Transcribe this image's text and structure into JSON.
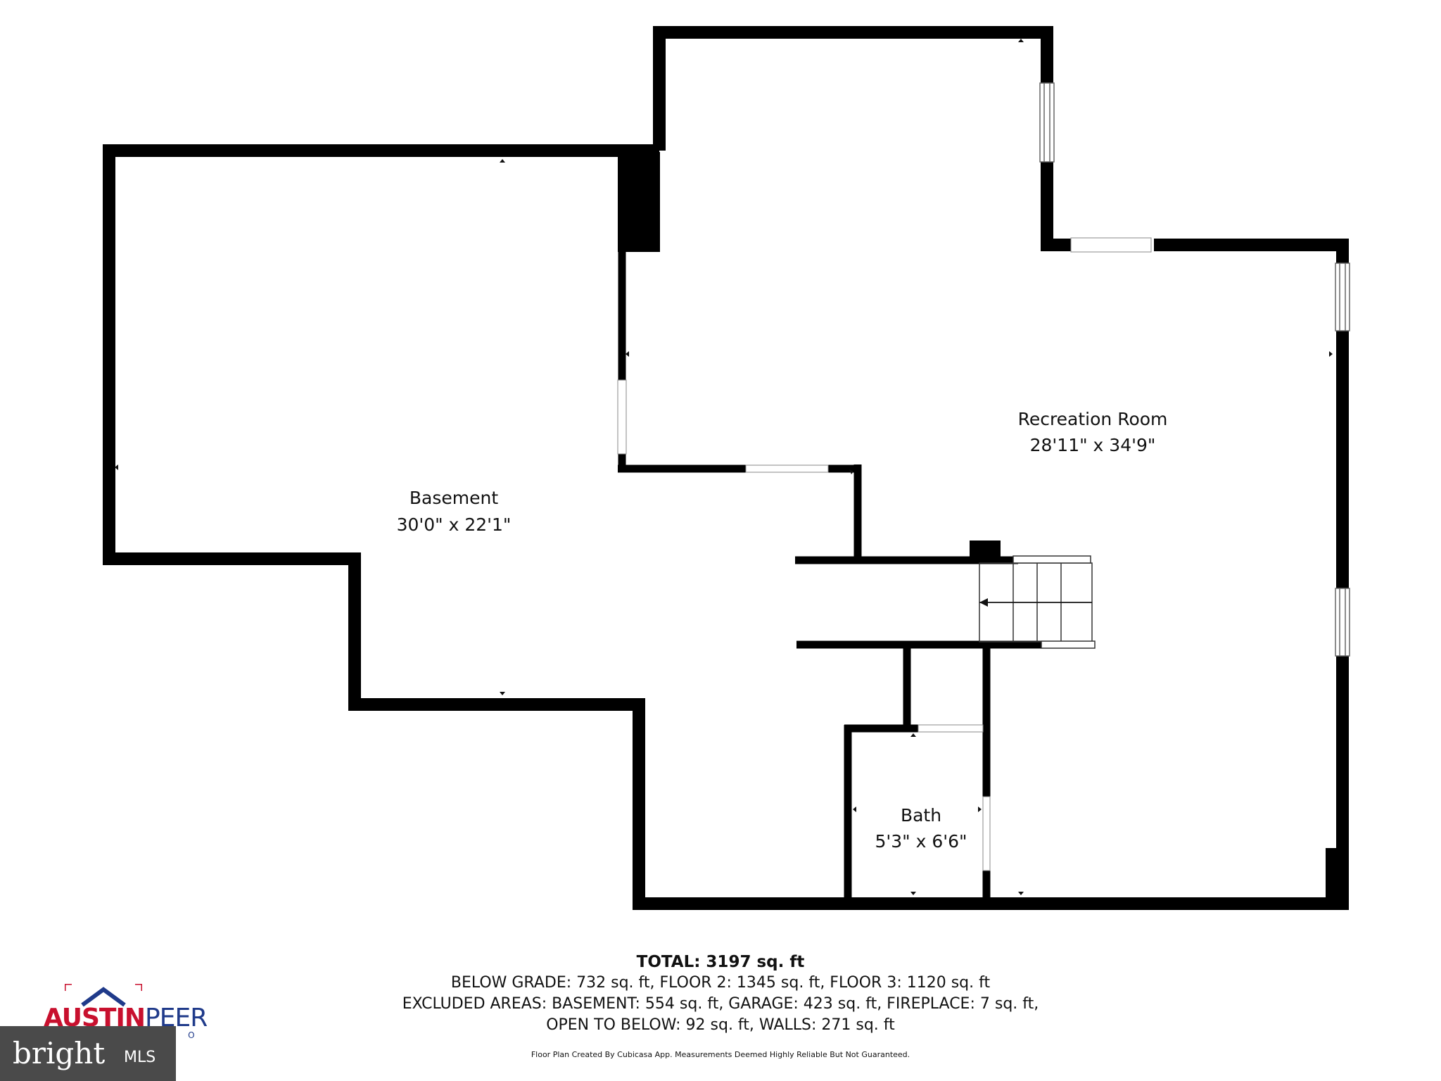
{
  "rooms": {
    "basement": {
      "name": "Basement",
      "dims": "30'0\" x 22'1\""
    },
    "recreation": {
      "name": "Recreation Room",
      "dims": "28'11\" x 34'9\""
    },
    "bath": {
      "name": "Bath",
      "dims": "5'3\" x 6'6\""
    }
  },
  "summary": {
    "total": "TOTAL: 3197 sq. ft",
    "line1": "BELOW GRADE: 732 sq. ft, FLOOR 2: 1345 sq. ft, FLOOR 3: 1120 sq. ft",
    "line2": "EXCLUDED AREAS: BASEMENT: 554 sq. ft, GARAGE: 423 sq. ft, FIREPLACE: 7 sq. ft,",
    "line3": "OPEN TO BELOW: 92 sq. ft, WALLS: 271 sq. ft"
  },
  "footnote": "Floor Plan Created By Cubicasa App. Measurements Deemed Highly Reliable But Not Guaranteed.",
  "logo": {
    "austin": "AUSTIN",
    "peer": "PEER",
    "sub": "T O"
  },
  "watermark": {
    "word": "bright",
    "mls": "MLS"
  },
  "colors": {
    "wall": "#000000",
    "brand_red": "#c8102e",
    "brand_blue": "#1f3a8a"
  }
}
